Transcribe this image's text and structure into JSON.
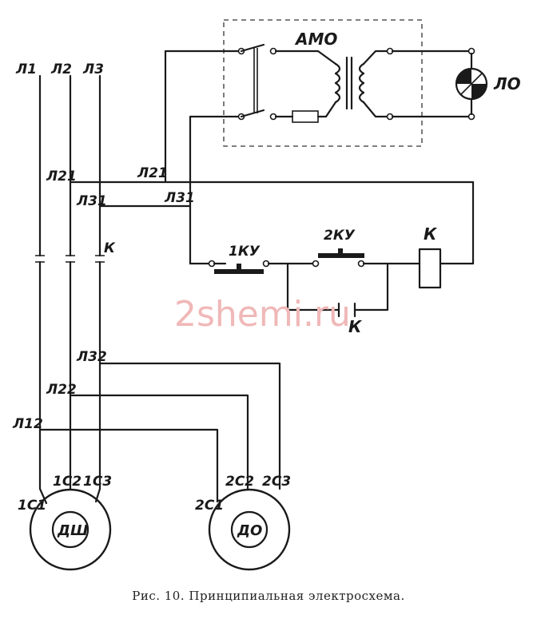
{
  "labels": {
    "amo": "АМО",
    "lamp": "ЛО",
    "l1": "Л1",
    "l2": "Л2",
    "l3": "Л3",
    "l21_left": "Л21",
    "l31_left": "Л31",
    "l21_right": "Л21",
    "l31_right": "Л31",
    "k_left": "К",
    "ku1": "1КУ",
    "ku2": "2КУ",
    "k_coil": "К",
    "k_contact": "К",
    "l32": "Л32",
    "l22": "Л22",
    "l12": "Л12",
    "c1_1": "1С1",
    "c1_2": "1С2",
    "c1_3": "1С3",
    "c2_1": "2С1",
    "c2_2": "2С2",
    "c2_3": "2С3",
    "motor_dsh": "ДШ",
    "motor_do": "ДО"
  },
  "watermark": "2shemi.ru",
  "caption": "Рис. 10. Принципиальная электросхема."
}
